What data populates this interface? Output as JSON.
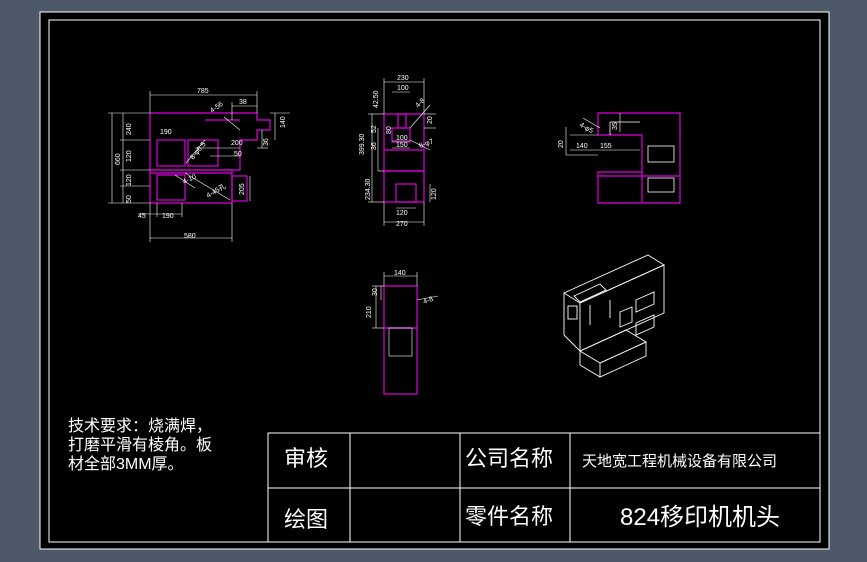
{
  "colors": {
    "background": "#4d5869",
    "sheet": "#000000",
    "frame": "#ffffff",
    "part": "#e000e0",
    "dimension": "#ffffff"
  },
  "notes": {
    "line1": "技术要求：烧满焊，",
    "line2": "打磨平滑有棱角。板",
    "line3": "材全部3MM厚。"
  },
  "title_block": {
    "review_label": "审核",
    "drawing_label": "绘图",
    "company_label": "公司名称",
    "company_value": "天地宽工程机械设备有限公司",
    "part_label": "零件名称",
    "part_value": "824移印机机头"
  },
  "front_view": {
    "d785": "785",
    "d38": "38",
    "d4x56": "4-56",
    "d240": "240",
    "d140": "140",
    "d190a": "190",
    "d200": "200",
    "d36": "36",
    "d50": "50",
    "d4phi6_5": "8-φ6.5",
    "d660": "660",
    "d120a": "120",
    "d120b": "120",
    "d4x10": "4-10",
    "d4x5": "4-45孔",
    "d205": "205",
    "d50b": "50",
    "d45": "45",
    "d190b": "190",
    "d580": "580"
  },
  "side_view": {
    "d230": "230",
    "d100": "100",
    "d42_5": "42.50",
    "d4x8": "4-8",
    "d399": "399.30",
    "d52": "52",
    "d80": "80",
    "d36": "36",
    "d100b": "100",
    "d150": "150",
    "d6x7": "6-φ7",
    "d234": "234.30",
    "d120": "120",
    "d120v": "120",
    "d270": "270",
    "d20": "20"
  },
  "right_view": {
    "d4x5": "4-φ5",
    "d35": "35",
    "d20": "20",
    "d140": "140",
    "d155": "155"
  },
  "bottom_view": {
    "d140": "140",
    "d30": "30",
    "d210": "210",
    "d4x8": "4-8"
  }
}
